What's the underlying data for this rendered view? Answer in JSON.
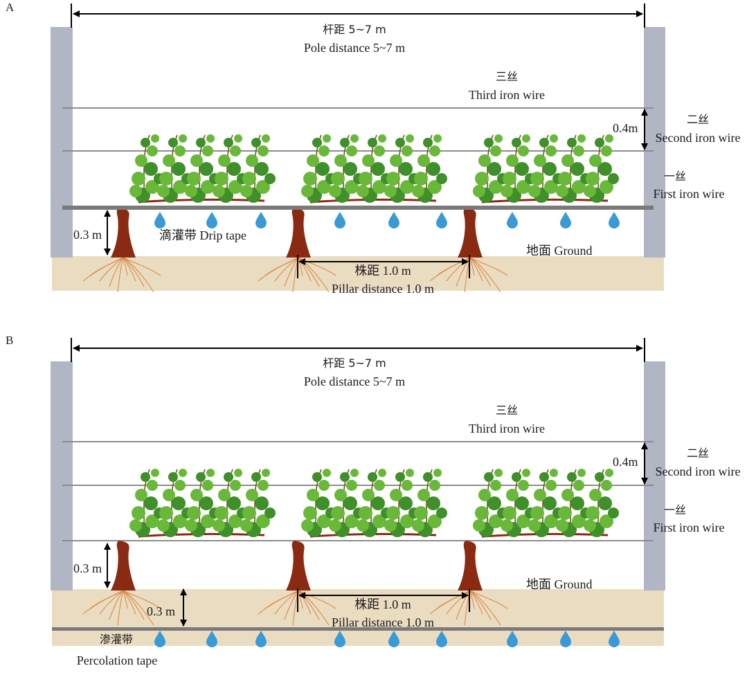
{
  "panel_a": {
    "letter": "A",
    "pole_distance_zh": "杆距 5~7 m",
    "pole_distance_en": "Pole distance 5~7 m",
    "third_wire_zh": "三丝",
    "third_wire_en": "Third iron wire",
    "second_wire_zh": "二丝",
    "second_wire_en": "Second iron wire",
    "first_wire_zh": "一丝",
    "first_wire_en": "First iron wire",
    "wire_gap": "0.4m",
    "trunk_height": "0.3 m",
    "tape_label": "滴灌带 Drip tape",
    "ground_label": "地面 Ground",
    "plant_distance_zh": "株距 1.0 m",
    "plant_distance_en": "Pillar distance 1.0 m"
  },
  "panel_b": {
    "letter": "B",
    "pole_distance_zh": "杆距 5~7 m",
    "pole_distance_en": "Pole distance 5~7 m",
    "third_wire_zh": "三丝",
    "third_wire_en": "Third iron wire",
    "second_wire_zh": "二丝",
    "second_wire_en": "Second iron wire",
    "first_wire_zh": "一丝",
    "first_wire_en": "First iron wire",
    "wire_gap": "0.4m",
    "trunk_height": "0.3 m",
    "tape_depth": "0.3 m",
    "tape_label_zh": "渗灌带",
    "tape_label_en": "Percolation tape",
    "ground_label": "地面 Ground",
    "plant_distance_zh": "株距 1.0 m",
    "plant_distance_en": "Pillar distance 1.0 m"
  },
  "colors": {
    "pole": "#b1b5c4",
    "ground": "#eadcc0",
    "wire": "#8c8c8c",
    "drip_tape": "#7a7a7a",
    "trunk": "#8b2a12",
    "roots": "#d98a4a",
    "leaf": "#6ab83a",
    "leaf_dark": "#3f8f2a",
    "water_drop": "#3a9ad6"
  }
}
